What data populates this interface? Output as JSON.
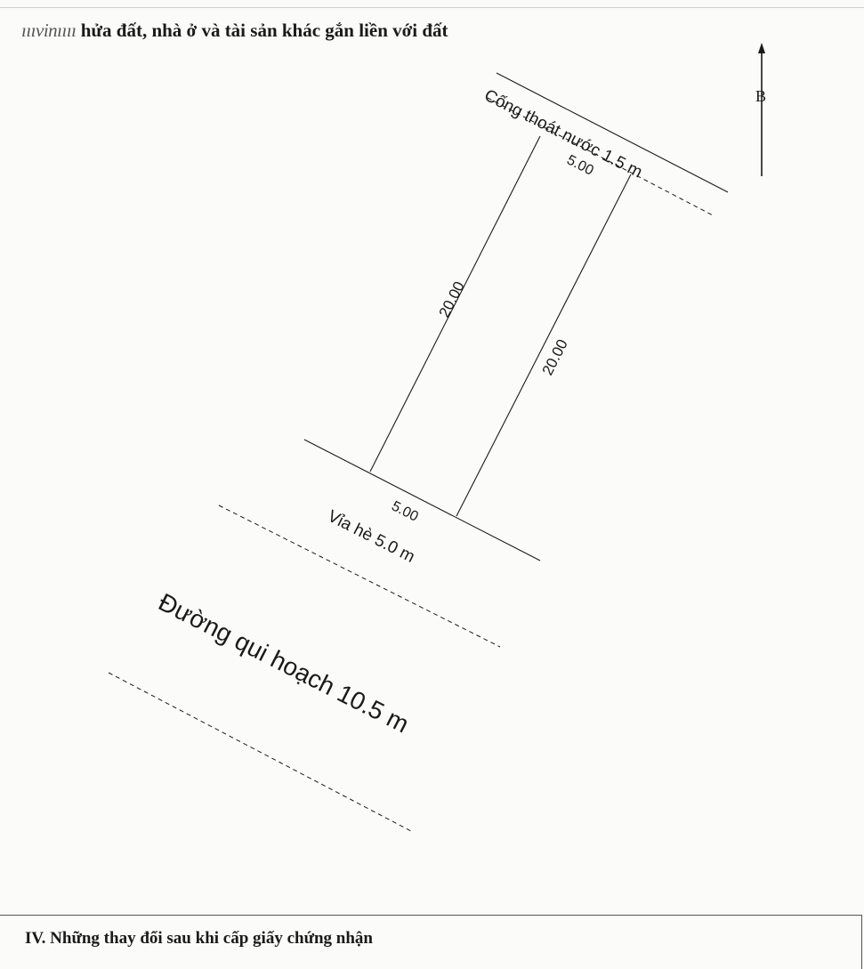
{
  "header": {
    "faded_prefix": "ıııvinıııı",
    "title": " hửa đất, nhà ở và tài sản khác gắn liền với đất"
  },
  "north": {
    "label": "B"
  },
  "plot": {
    "back_label": "Cống thoát nước 1.5 m",
    "back_width": "5.00",
    "left_length": "20.00",
    "right_length": "20.00",
    "front_width": "5.00",
    "sidewalk_label": "Vỉa hè 5.0 m",
    "road_label": "Đường qui hoạch 10.5 m"
  },
  "section": {
    "title": "IV. Những thay đổi sau khi cấp giấy chứng nhận"
  }
}
